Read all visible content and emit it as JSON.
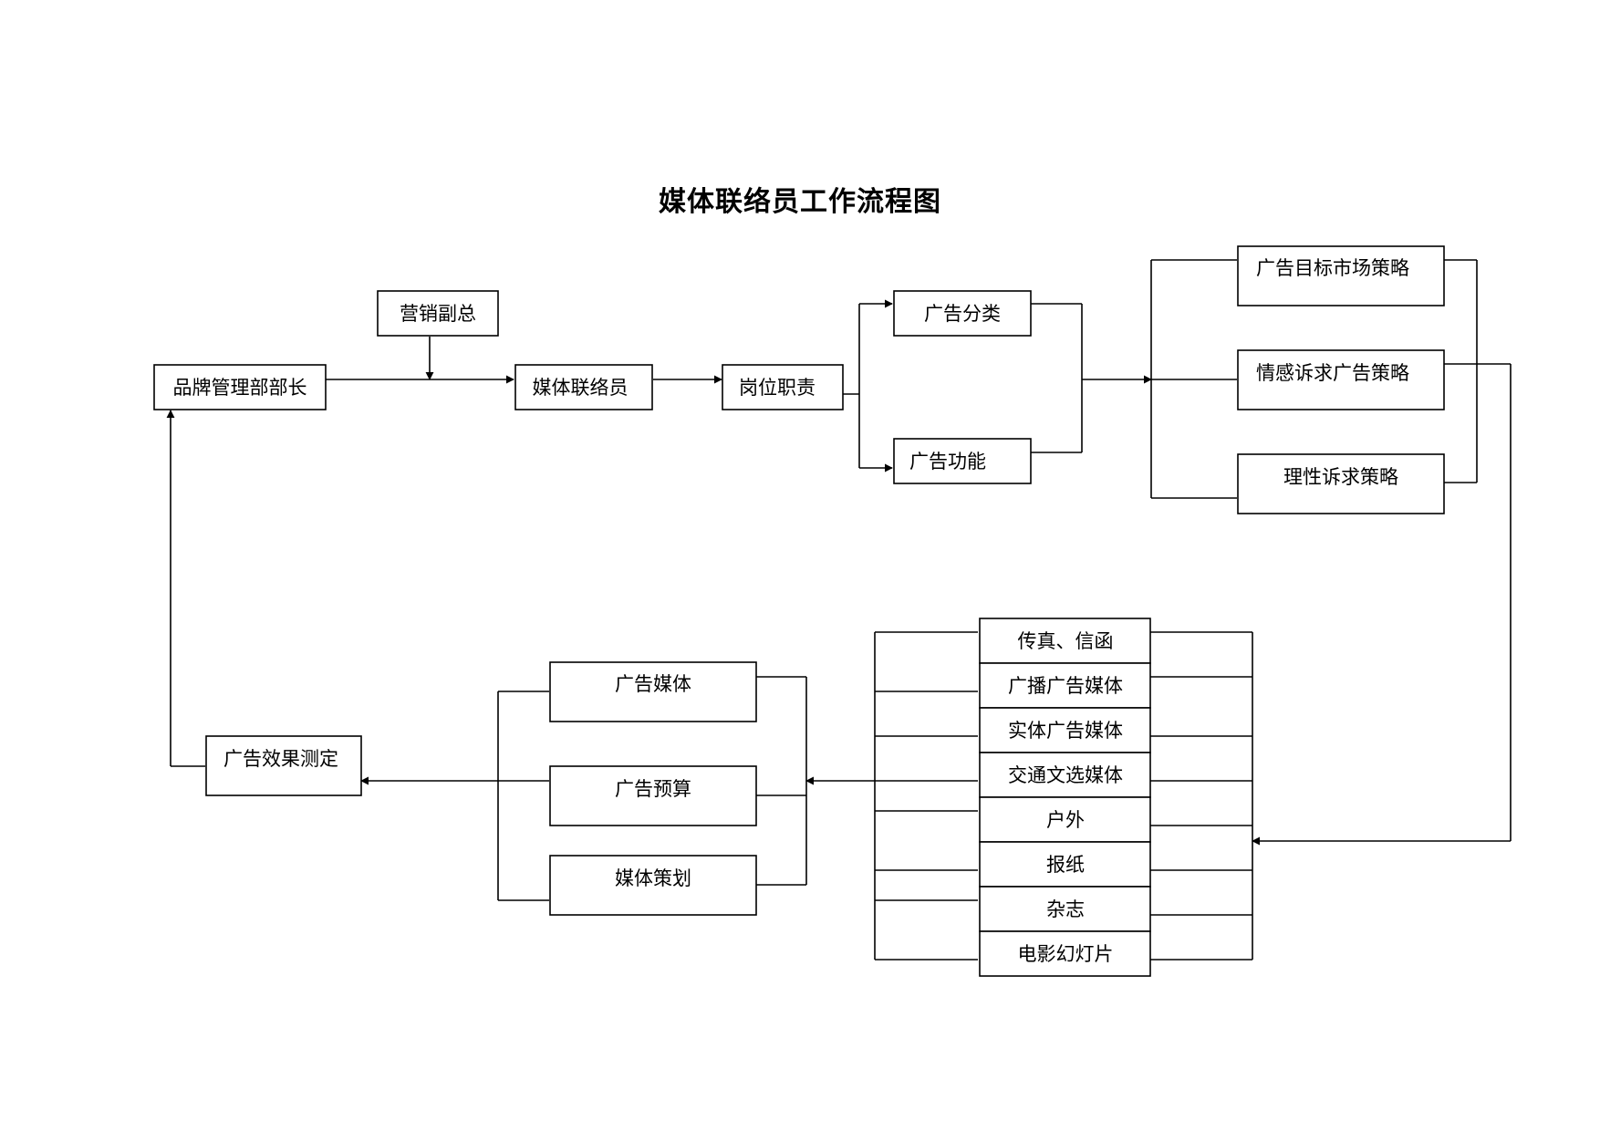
{
  "title": "媒体联络员工作流程图",
  "nodes": {
    "brand_manager": "品牌管理部部长",
    "marketing_vp": "营销副总",
    "media_liaison": "媒体联络员",
    "job_duty": "岗位职责",
    "ad_category": "广告分类",
    "ad_function": "广告功能",
    "target_market_strategy": "广告目标市场策略",
    "emotional_appeal_strategy": "情感诉求广告策略",
    "rational_appeal_strategy": "理性诉求策略",
    "media_list": [
      "传真、信函",
      "广播广告媒体",
      "实体广告媒体",
      "交通文选媒体",
      "户外",
      "报纸",
      "杂志",
      "电影幻灯片"
    ],
    "ad_media": "广告媒体",
    "ad_budget": "广告预算",
    "media_planning": "媒体策划",
    "ad_effect_test": "广告效果测定"
  }
}
